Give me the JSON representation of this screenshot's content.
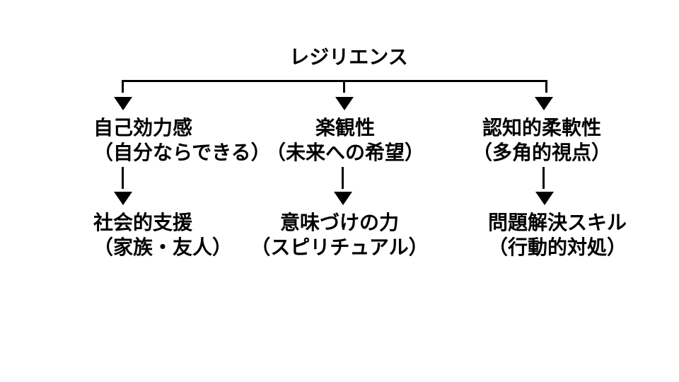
{
  "colors": {
    "background": "#ffffff",
    "line": "#000000",
    "text": "#000000"
  },
  "diagram": {
    "title": "レジリエンス",
    "arrow_glyph": "▼",
    "branches": [
      {
        "label": "自己効力感",
        "sublabel": "（自分ならできる）",
        "child": {
          "label": "社会的支援",
          "sublabel": "（家族・友人）"
        }
      },
      {
        "label": "楽観性",
        "sublabel": "（未来への希望）",
        "child": {
          "label": "意味づけの力",
          "sublabel": "（スピリチュアル）"
        }
      },
      {
        "label": "認知的柔軟性",
        "sublabel": "（多角的視点）",
        "child": {
          "label": "問題解決スキル",
          "sublabel": "（行動的対処）"
        }
      }
    ]
  }
}
